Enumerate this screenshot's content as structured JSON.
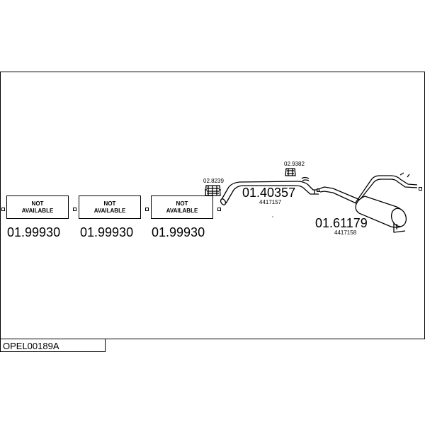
{
  "diagram": {
    "not_available_boxes": [
      {
        "line1": "NOT",
        "line2": "AVAILABLE",
        "part_number": "01.99930"
      },
      {
        "line1": "NOT",
        "line2": "AVAILABLE",
        "part_number": "01.99930"
      },
      {
        "line1": "NOT",
        "line2": "AVAILABLE",
        "part_number": "01.99930"
      }
    ],
    "clamp_1": "02.8239",
    "clamp_2": "02.9382",
    "front_pipe": {
      "part_number": "01.40357",
      "oem_number": "4417157"
    },
    "rear_silencer": {
      "part_number": "01.61179",
      "oem_number": "4417158"
    }
  },
  "footer": {
    "assembly_code": "OPEL00189A"
  }
}
